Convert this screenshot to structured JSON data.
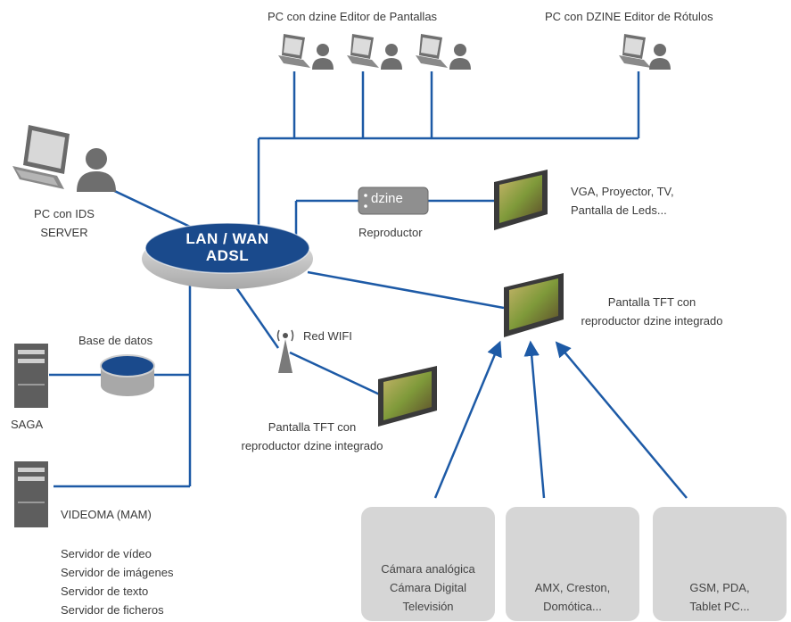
{
  "header": {
    "screen_editor_pcs": "PC con dzine Editor de Pantallas",
    "label_editor_pc": "PC con DZINE Editor de Rótulos"
  },
  "network": {
    "line1": "LAN / WAN",
    "line2": "ADSL"
  },
  "ids_server": [
    "PC con IDS",
    "SERVER"
  ],
  "player": {
    "chip": "dzine",
    "label": "Reproductor"
  },
  "displays": [
    "VGA, Proyector, TV,",
    "Pantalla de Leds..."
  ],
  "tft_right": [
    "Pantalla TFT con",
    "reproductor dzine integrado"
  ],
  "wifi": "Red WIFI",
  "tft_bottom": [
    "Pantalla TFT con",
    "reproductor dzine integrado"
  ],
  "database": "Base de datos",
  "saga": "SAGA",
  "videoma": {
    "title": "VIDEOMA (MAM)",
    "services": [
      "Servidor de vídeo",
      "Servidor de imágenes",
      "Servidor de texto",
      "Servidor de ficheros"
    ]
  },
  "inputs": [
    {
      "lines": [
        "Cámara analógica",
        "Cámara Digital",
        "Televisión"
      ]
    },
    {
      "lines": [
        "AMX, Creston,",
        "Domótica..."
      ]
    },
    {
      "lines": [
        "GSM, PDA,",
        "Tablet PC..."
      ]
    }
  ],
  "colors": {
    "line": "#1d5aa6",
    "ellipse": "#1a4a8c",
    "gray_icon": "#6e6e6e",
    "box": "#d6d6d6"
  }
}
